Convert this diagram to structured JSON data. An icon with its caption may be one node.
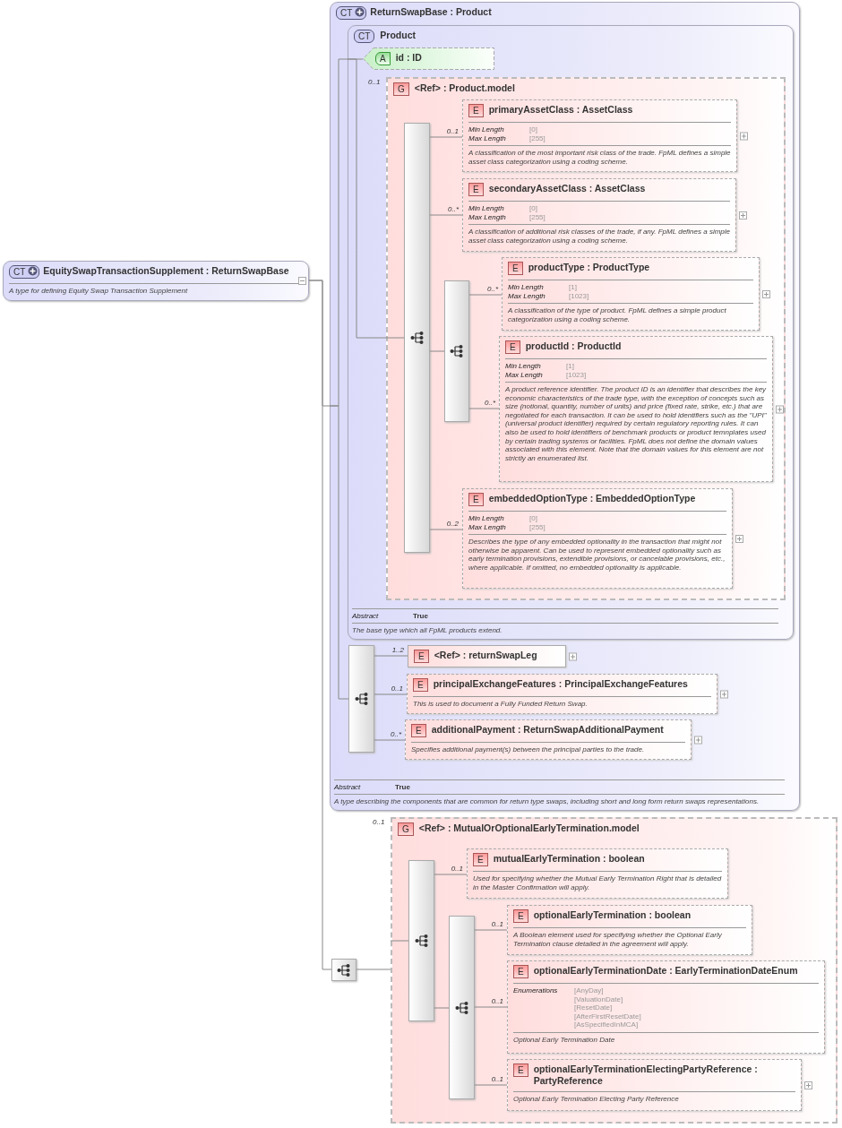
{
  "diagram": {
    "nodes": [
      {
        "text": [
          "CT",
          "EquitySwapTransactionSupplement : ReturnSwapBase",
          "A type for defining Equity Swap Transaction Supplement"
        ]
      },
      {
        "text": [
          "CT",
          "ReturnSwapBase : Product",
          "Abstract",
          "True",
          "A type describing the components that are common for return type swaps, including short and long form return swaps representations."
        ]
      },
      {
        "text": [
          "CT",
          "Product",
          "Abstract",
          "True",
          "The base type which all FpML products extend."
        ],
        "in": 1
      },
      {
        "text": [
          "A",
          "id : ID"
        ],
        "in": 2
      },
      {
        "text": [
          "G",
          "<Ref> : Product.model"
        ],
        "in": 2,
        "beside": [
          "0..1"
        ]
      },
      {
        "text": [],
        "shape": "bar",
        "in": 4
      },
      {
        "text": [
          "E",
          "primaryAssetClass : AssetClass",
          "Min Length",
          "[0]",
          "Max Length",
          "[255]",
          "A classification of the most important risk class of the trade. FpML defines a simple asset class categorization using a coding scheme."
        ],
        "in": 4
      },
      {
        "text": [
          "E",
          "secondaryAssetClass : AssetClass",
          "Min Length",
          "[0]",
          "Max Length",
          "[255]",
          "A classification of additional risk classes of the trade, if any. FpML defines a simple asset class categorization using a coding scheme."
        ],
        "in": 4
      },
      {
        "text": [],
        "shape": "bar",
        "in": 4
      },
      {
        "text": [
          "E",
          "productType : ProductType",
          "Min Length",
          "[1]",
          "Max Length",
          "[1023]",
          "A classification of the type of product. FpML defines a simple product categorization using a coding scheme."
        ],
        "in": 4
      },
      {
        "text": [
          "E",
          "productId : ProductId",
          "Min Length",
          "[1]",
          "Max Length",
          "[1023]",
          "A product reference identifier. The product ID is an identifier that describes the key economic characteristics of the trade type, with the exception of concepts such as size (notional, quantity, number of units) and price (fixed rate, strike, etc.) that are negotiated for each transaction. It can be used to hold identifiers such as the \"UPI\" (universal product identifier) required by certain regulatory reporting rules. It can also be used to hold identifiers of benchmark products or product temnplates used by certain trading systems or facilities. FpML does not define the domain values associated with this element. Note that the domain values for this element are not strictly an enumerated list."
        ],
        "in": 4
      },
      {
        "text": [
          "E",
          "embeddedOptionType : EmbeddedOptionType",
          "Min Length",
          "[0]",
          "Max Length",
          "[255]",
          "Describes the type of any embedded optionality in the transaction that might not otherwise be apparent. Can be used to represent embedded optionality such as early termination provisions, extendible provisions, or cancelable provisions, etc., where applicable. If omitted, no embedded optionality is applicable."
        ],
        "in": 4
      },
      {
        "text": [],
        "shape": "bar",
        "in": 1
      },
      {
        "text": [
          "E",
          "<Ref> : returnSwapLeg"
        ],
        "in": 1
      },
      {
        "text": [
          "E",
          "principalExchangeFeatures : PrincipalExchangeFeatures",
          "This is used to document a Fully Funded Return Swap."
        ],
        "in": 1
      },
      {
        "text": [
          "E",
          "additionalPayment : ReturnSwapAdditionalPayment",
          "Specifies additional payment(s) between the principal parties to the trade."
        ],
        "in": 1
      },
      {
        "text": [],
        "shape": "bar"
      },
      {
        "text": [
          "G",
          "<Ref> : MutualOrOptionalEarlyTermination.model"
        ],
        "beside": [
          "0..1"
        ]
      },
      {
        "text": [],
        "shape": "bar",
        "in": 17
      },
      {
        "text": [
          "E",
          "mutualEarlyTermination : boolean",
          "Used for specifying whether the Mutual Early Termination Right that is detailed in the Master Confirmation will apply."
        ],
        "in": 17
      },
      {
        "text": [],
        "shape": "bar",
        "in": 17
      },
      {
        "text": [
          "E",
          "optionalEarlyTermination : boolean",
          "A Boolean element used for specifying whether the Optional Early Termination clause detailed in the agreement will apply."
        ],
        "in": 17
      },
      {
        "text": [
          "E",
          "optionalEarlyTerminationDate : EarlyTerminationDateEnum",
          "Enumerations",
          "[AnyDay]",
          "[ValuationDate]",
          "[ResetDate]",
          "[AfterFirstResetDate]",
          "[AsSpecifiedInMCA]",
          "Optional Early Termination Date"
        ],
        "in": 17
      },
      {
        "text": [
          "E",
          "optionalEarlyTerminationElectingPartyReference : PartyReference",
          "Optional Early Termination Electing Party Reference"
        ],
        "in": 17
      }
    ],
    "edges": [
      {
        "from": 0,
        "to": 1,
        "arrow": "none"
      },
      {
        "from": 0,
        "to": 16,
        "arrow": "none"
      },
      {
        "from": 1,
        "to": 2,
        "arrow": "none"
      },
      {
        "from": 1,
        "to": 12,
        "arrow": "none"
      },
      {
        "from": 2,
        "to": 3,
        "arrow": "none"
      },
      {
        "from": 2,
        "to": 4,
        "arrow": "none"
      },
      {
        "from": 4,
        "to": 5,
        "arrow": "none"
      },
      {
        "from": 5,
        "to": 6,
        "arrow": "none",
        "label": "0..1"
      },
      {
        "from": 5,
        "to": 7,
        "arrow": "none",
        "label": "0..*"
      },
      {
        "from": 5,
        "to": 8,
        "arrow": "none"
      },
      {
        "from": 8,
        "to": 9,
        "arrow": "none",
        "label": "0..*"
      },
      {
        "from": 8,
        "to": 10,
        "arrow": "none",
        "label": "0..*"
      },
      {
        "from": 5,
        "to": 11,
        "arrow": "none",
        "label": "0..2"
      },
      {
        "from": 12,
        "to": 13,
        "arrow": "none",
        "label": "1..2"
      },
      {
        "from": 12,
        "to": 14,
        "arrow": "none",
        "label": "0..1"
      },
      {
        "from": 12,
        "to": 15,
        "arrow": "none",
        "label": "0..*"
      },
      {
        "from": 16,
        "to": 17,
        "arrow": "none"
      },
      {
        "from": 17,
        "to": 18,
        "arrow": "none"
      },
      {
        "from": 18,
        "to": 19,
        "arrow": "none",
        "label": "0..1"
      },
      {
        "from": 18,
        "to": 20,
        "arrow": "none"
      },
      {
        "from": 20,
        "to": 21,
        "arrow": "none",
        "label": "0..1"
      },
      {
        "from": 20,
        "to": 22,
        "arrow": "none",
        "label": "0..1"
      },
      {
        "from": 20,
        "to": 23,
        "arrow": "none",
        "label": "0..1"
      }
    ]
  }
}
